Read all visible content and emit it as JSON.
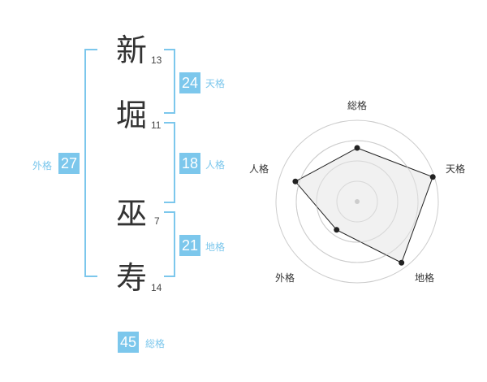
{
  "name": {
    "chars": [
      {
        "char": "新",
        "strokes": "13"
      },
      {
        "char": "堀",
        "strokes": "11"
      },
      {
        "char": "巫",
        "strokes": "7"
      },
      {
        "char": "寿",
        "strokes": "14"
      }
    ]
  },
  "kakusu": {
    "tenkaku": {
      "value": "24",
      "label": "天格"
    },
    "jinkaku": {
      "value": "18",
      "label": "人格"
    },
    "chikaku": {
      "value": "21",
      "label": "地格"
    },
    "gaikaku": {
      "value": "27",
      "label": "外格"
    },
    "soukaku": {
      "value": "45",
      "label": "総格"
    }
  },
  "colors": {
    "accent": "#7cc7ec",
    "text": "#333333",
    "radar_fill": "#eeeeee",
    "radar_line": "#222222",
    "grid": "#cccccc"
  },
  "chart_data": {
    "type": "radar",
    "axes": [
      "総格",
      "天格",
      "地格",
      "外格",
      "人格"
    ],
    "values": [
      0.66,
      0.98,
      0.93,
      0.43,
      0.8
    ],
    "rings": 4
  }
}
